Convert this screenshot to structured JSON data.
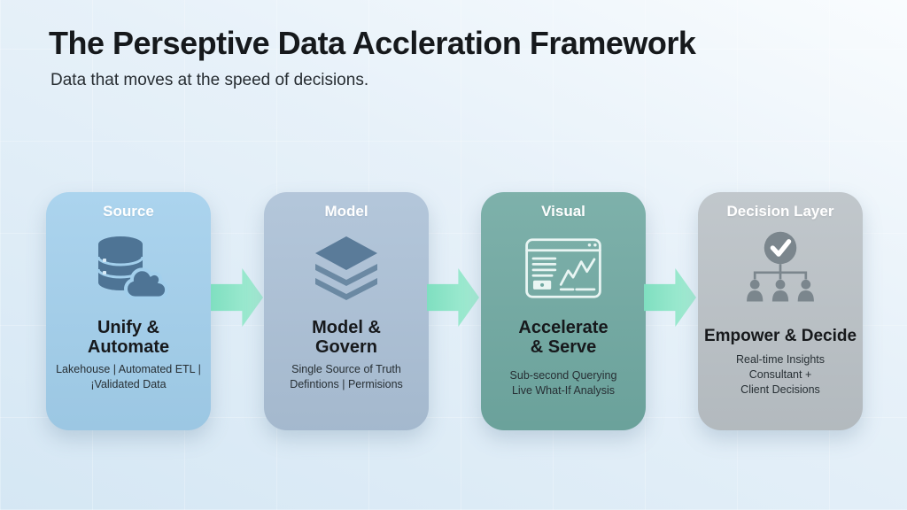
{
  "slide": {
    "title": "The Perseptive Data Accleration Framework",
    "subtitle": "Data that moves at the speed of decisions."
  },
  "cards": [
    {
      "header": "Source",
      "icon": "database-cloud-icon",
      "bg": "#a2cfec",
      "icon_color": "#4e7495",
      "title_lines": [
        "Unify &",
        "Automate"
      ],
      "sub_lines": [
        "Lakehouse | Automated ETL |",
        "¡Validated Data"
      ]
    },
    {
      "header": "Model",
      "icon": "layers-icon",
      "bg": "#abc0d6",
      "icon_color": "#5a7b99",
      "title_lines": [
        "Model &",
        "Govern"
      ],
      "sub_lines": [
        "Single Source of Truth",
        "Defintions | Permisions"
      ]
    },
    {
      "header": "Visual",
      "icon": "dashboard-chart-icon",
      "bg": "#6fa8a1",
      "icon_color": "#e9f5f3",
      "title_lines": [
        "Accelerate",
        "& Serve"
      ],
      "sub_lines": [
        "Sub-second Querying",
        "Live What-If Analysis"
      ]
    },
    {
      "header": "Decision Layer",
      "icon": "approval-team-icon",
      "bg": "#bac1c6",
      "icon_color": "#7b868d",
      "title_lines": [
        "Empower & Decide"
      ],
      "sub_lines": [
        "Real-time Insights",
        "Consultant +",
        "Client Decisions"
      ]
    }
  ],
  "arrows": {
    "count": 3,
    "color_start": "#7fdfc0",
    "color_end": "#a7edd5"
  },
  "background": {
    "base": "#dcebf6"
  }
}
